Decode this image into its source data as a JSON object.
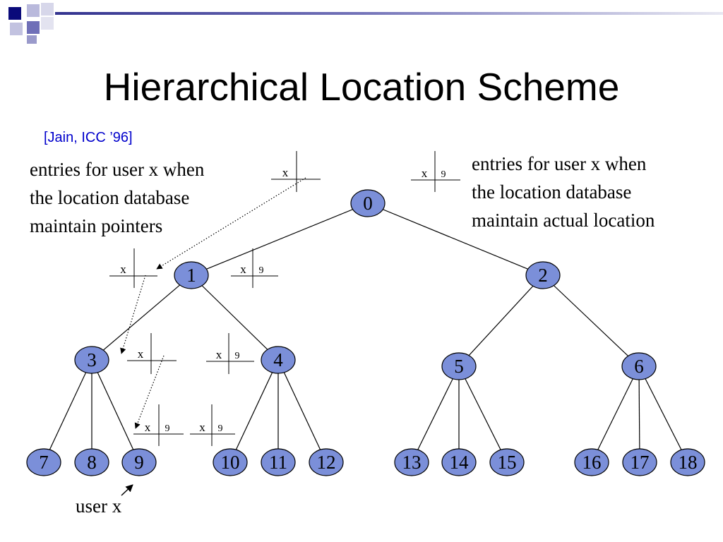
{
  "slide": {
    "title": "Hierarchical Location Scheme",
    "citation": "[Jain, ICC ’96]",
    "left_note": {
      "lines": [
        "entries for user x when",
        "the location database",
        "maintain pointers"
      ]
    },
    "right_note": {
      "lines": [
        "entries for user x when",
        "the location database",
        "maintain actual location"
      ]
    },
    "user_label": "user x",
    "colors": {
      "node_fill": "#7b8fd9",
      "accent_dark": "#22228b",
      "citation": "#0000cc"
    }
  },
  "tree": {
    "nodes": [
      "0",
      "1",
      "2",
      "3",
      "4",
      "5",
      "6",
      "7",
      "8",
      "9",
      "10",
      "11",
      "12",
      "13",
      "14",
      "15",
      "16",
      "17",
      "18"
    ],
    "edges": [
      [
        "0",
        "1"
      ],
      [
        "0",
        "2"
      ],
      [
        "1",
        "3"
      ],
      [
        "1",
        "4"
      ],
      [
        "2",
        "5"
      ],
      [
        "2",
        "6"
      ],
      [
        "3",
        "7"
      ],
      [
        "3",
        "8"
      ],
      [
        "3",
        "9"
      ],
      [
        "4",
        "10"
      ],
      [
        "4",
        "11"
      ],
      [
        "4",
        "12"
      ],
      [
        "5",
        "13"
      ],
      [
        "5",
        "14"
      ],
      [
        "5",
        "15"
      ],
      [
        "6",
        "16"
      ],
      [
        "6",
        "17"
      ],
      [
        "6",
        "18"
      ]
    ]
  },
  "tables": {
    "pointer_tables": [
      {
        "key": "x",
        "value": ""
      },
      {
        "key": "x",
        "value": ""
      },
      {
        "key": "x",
        "value": ""
      },
      {
        "key": "x",
        "value": "9"
      }
    ],
    "location_tables": [
      {
        "key": "x",
        "value": "9"
      },
      {
        "key": "x",
        "value": "9"
      },
      {
        "key": "x",
        "value": "9"
      },
      {
        "key": "x",
        "value": "9"
      }
    ]
  }
}
